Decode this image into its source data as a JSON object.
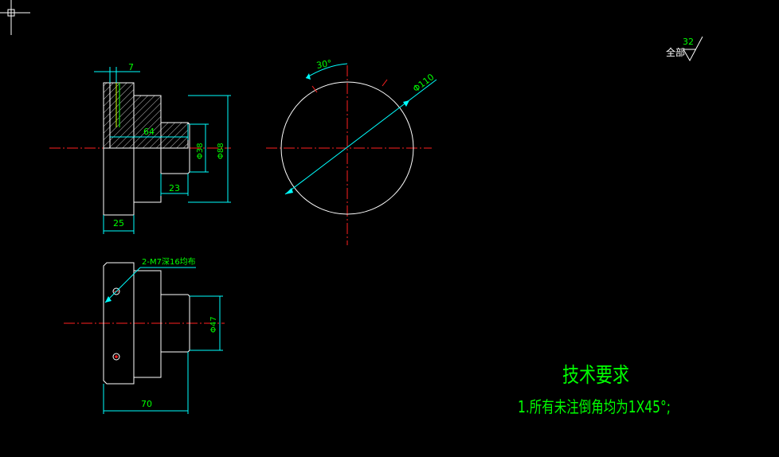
{
  "colors": {
    "background": "#000000",
    "outline": "#ffffff",
    "dimension": "#00ffff",
    "text": "#00ff00",
    "centerline": "#ff0000",
    "cursor": "#ffffff"
  },
  "dimensions": {
    "d7": "7",
    "d64": "64",
    "d25": "25",
    "d23": "23",
    "phi38": "Φ38",
    "phi88": "Φ88",
    "angle30": "30°",
    "phi110": "Φ110",
    "phi47": "Φ47",
    "d70": "70",
    "hole_callout": "2-M7深16均布"
  },
  "roughness": {
    "label": "全部",
    "value": "32"
  },
  "tech_requirements": {
    "title": "技术要求",
    "item1": "1.所有未注倒角均为1X45°;"
  }
}
